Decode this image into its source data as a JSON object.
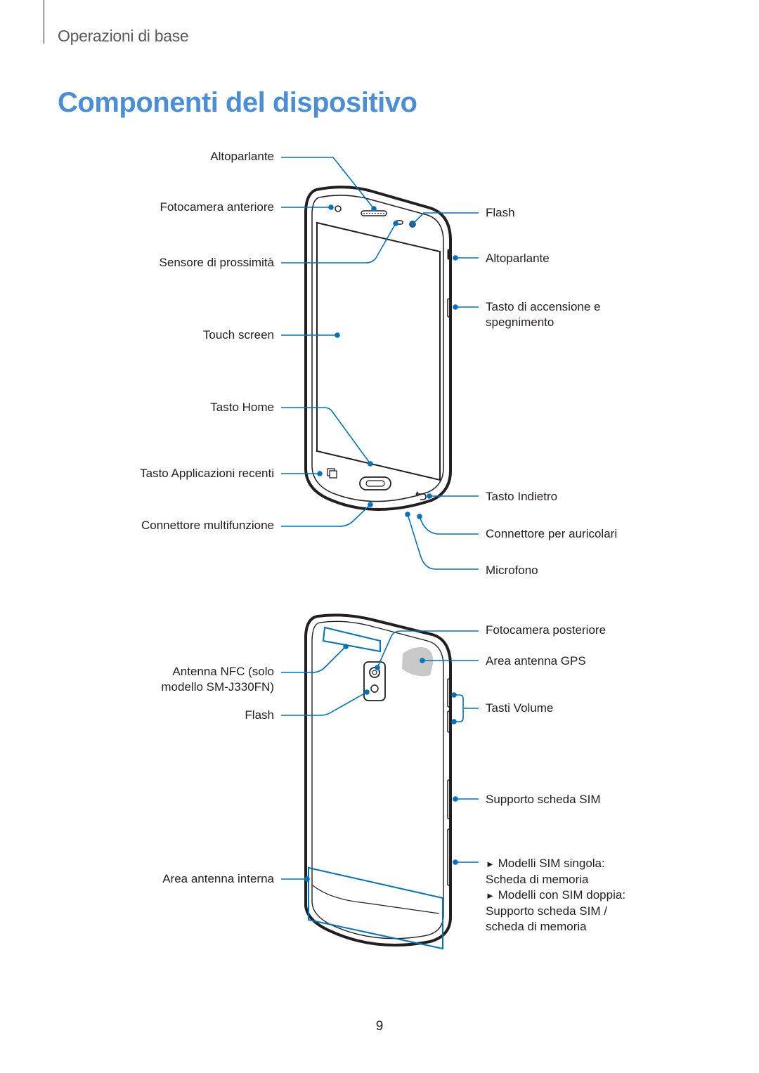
{
  "header": {
    "section_title": "Operazioni di base"
  },
  "page_title": "Componenti del dispositivo",
  "front_labels": {
    "speaker_top": "Altoparlante",
    "front_camera": "Fotocamera anteriore",
    "proximity_sensor": "Sensore di prossimità",
    "touch_screen": "Touch screen",
    "home_key": "Tasto Home",
    "recent_apps_key": "Tasto Applicazioni recenti",
    "multipurpose_jack": "Connettore multifunzione",
    "flash": "Flash",
    "speaker_side": "Altoparlante",
    "power_key_line1": "Tasto di accensione e",
    "power_key_line2": "spegnimento",
    "back_key": "Tasto Indietro",
    "earphone_jack": "Connettore per auricolari",
    "microphone": "Microfono"
  },
  "back_labels": {
    "nfc_line1": "Antenna NFC (solo",
    "nfc_line2": "modello SM-J330FN)",
    "flash": "Flash",
    "internal_antenna": "Area antenna interna",
    "rear_camera": "Fotocamera posteriore",
    "gps_antenna": "Area antenna GPS",
    "volume_keys": "Tasti Volume",
    "sim_tray": "Supporto scheda SIM",
    "note_single_1": "Modelli SIM singola:",
    "note_single_2": "Scheda di memoria",
    "note_dual_1": "Modelli con SIM doppia:",
    "note_dual_2": "Supporto scheda SIM /",
    "note_dual_3": "scheda di memoria",
    "triangle_glyph": "►"
  },
  "colors": {
    "accent": "#4a8fd6",
    "callout": "#0072bc",
    "text": "#231f20",
    "gps_area": "#c8c8c8"
  },
  "page_number": "9"
}
